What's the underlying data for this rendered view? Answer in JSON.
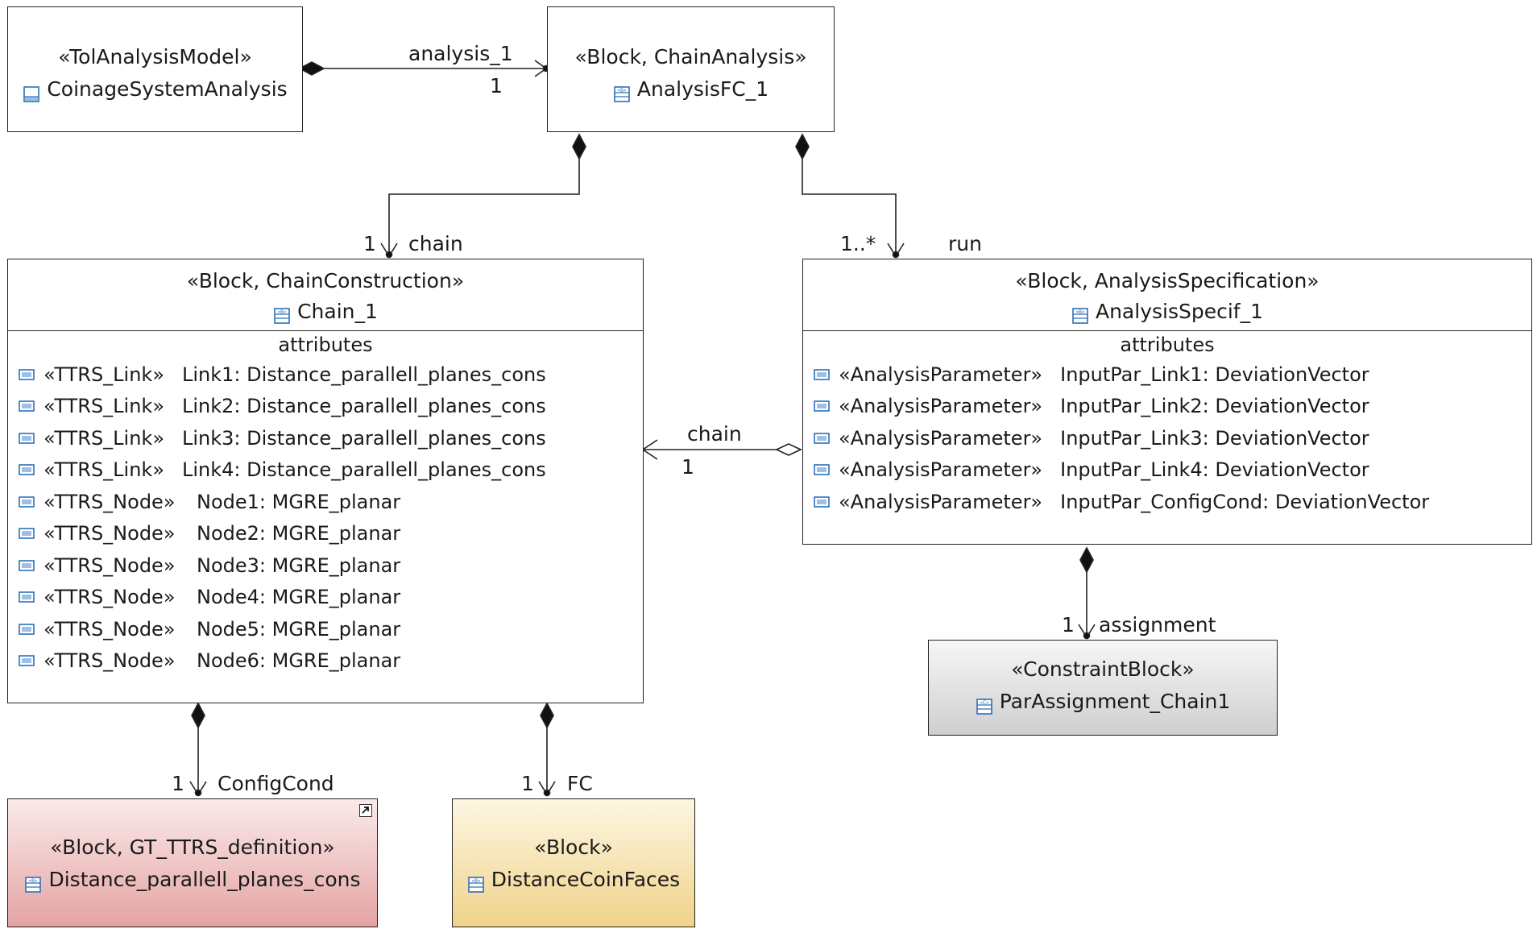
{
  "blocks": {
    "coinage": {
      "stereotype": "«TolAnalysisModel»",
      "name": "CoinageSystemAnalysis",
      "icon": "package-icon"
    },
    "analysis_fc": {
      "stereotype": "«Block, ChainAnalysis»",
      "name": "AnalysisFC_1",
      "icon": "block-icon"
    },
    "chain": {
      "stereotype": "«Block, ChainConstruction»",
      "name": "Chain_1",
      "icon": "block-icon",
      "compartment": "attributes",
      "attributes": [
        {
          "stereotype": "«TTRS_Link»",
          "text": "Link1: Distance_parallell_planes_cons"
        },
        {
          "stereotype": "«TTRS_Link»",
          "text": "Link2: Distance_parallell_planes_cons"
        },
        {
          "stereotype": "«TTRS_Link»",
          "text": "Link3: Distance_parallell_planes_cons"
        },
        {
          "stereotype": "«TTRS_Link»",
          "text": "Link4: Distance_parallell_planes_cons"
        },
        {
          "stereotype": "«TTRS_Node»",
          "text": "Node1: MGRE_planar"
        },
        {
          "stereotype": "«TTRS_Node»",
          "text": "Node2: MGRE_planar"
        },
        {
          "stereotype": "«TTRS_Node»",
          "text": "Node3: MGRE_planar"
        },
        {
          "stereotype": "«TTRS_Node»",
          "text": "Node4: MGRE_planar"
        },
        {
          "stereotype": "«TTRS_Node»",
          "text": "Node5: MGRE_planar"
        },
        {
          "stereotype": "«TTRS_Node»",
          "text": "Node6: MGRE_planar"
        }
      ]
    },
    "spec": {
      "stereotype": "«Block, AnalysisSpecification»",
      "name": "AnalysisSpecif_1",
      "icon": "block-icon",
      "compartment": "attributes",
      "attributes": [
        {
          "stereotype": "«AnalysisParameter»",
          "text": "InputPar_Link1: DeviationVector"
        },
        {
          "stereotype": "«AnalysisParameter»",
          "text": "InputPar_Link2: DeviationVector"
        },
        {
          "stereotype": "«AnalysisParameter»",
          "text": "InputPar_Link3: DeviationVector"
        },
        {
          "stereotype": "«AnalysisParameter»",
          "text": "InputPar_Link4: DeviationVector"
        },
        {
          "stereotype": "«AnalysisParameter»",
          "text": "InputPar_ConfigCond: DeviationVector"
        }
      ]
    },
    "constraint": {
      "stereotype": "«ConstraintBlock»",
      "name": "ParAssignment_Chain1",
      "icon": "constraint-block-icon"
    },
    "gt": {
      "stereotype": "«Block, GT_TTRS_definition»",
      "name": "Distance_parallell_planes_cons",
      "icon": "block-icon",
      "corner_icon": "shortcut-arrow-icon"
    },
    "coin": {
      "stereotype": "«Block»",
      "name": "DistanceCoinFaces",
      "icon": "block-icon"
    }
  },
  "associations": {
    "analysis": {
      "role": "analysis_1",
      "multiplicity": "1"
    },
    "chain_top": {
      "role": "chain",
      "multiplicity": "1"
    },
    "run": {
      "role": "run",
      "multiplicity": "1..*"
    },
    "chain_agg": {
      "role": "chain",
      "multiplicity": "1"
    },
    "assignment": {
      "role": "assignment",
      "multiplicity": "1"
    },
    "configcond": {
      "role": "ConfigCond",
      "multiplicity": "1"
    },
    "fc": {
      "role": "FC",
      "multiplicity": "1"
    }
  },
  "colors": {
    "line": "#222222",
    "icon_blue": "#2e6fb8",
    "gt_fill_top": "#fbeaea",
    "gt_fill_bottom": "#e4a3a3",
    "coin_fill_top": "#fdf6e2",
    "coin_fill_bottom": "#f0d38a",
    "constraint_fill_top": "#f6f6f6",
    "constraint_fill_bottom": "#cfcfcf"
  }
}
